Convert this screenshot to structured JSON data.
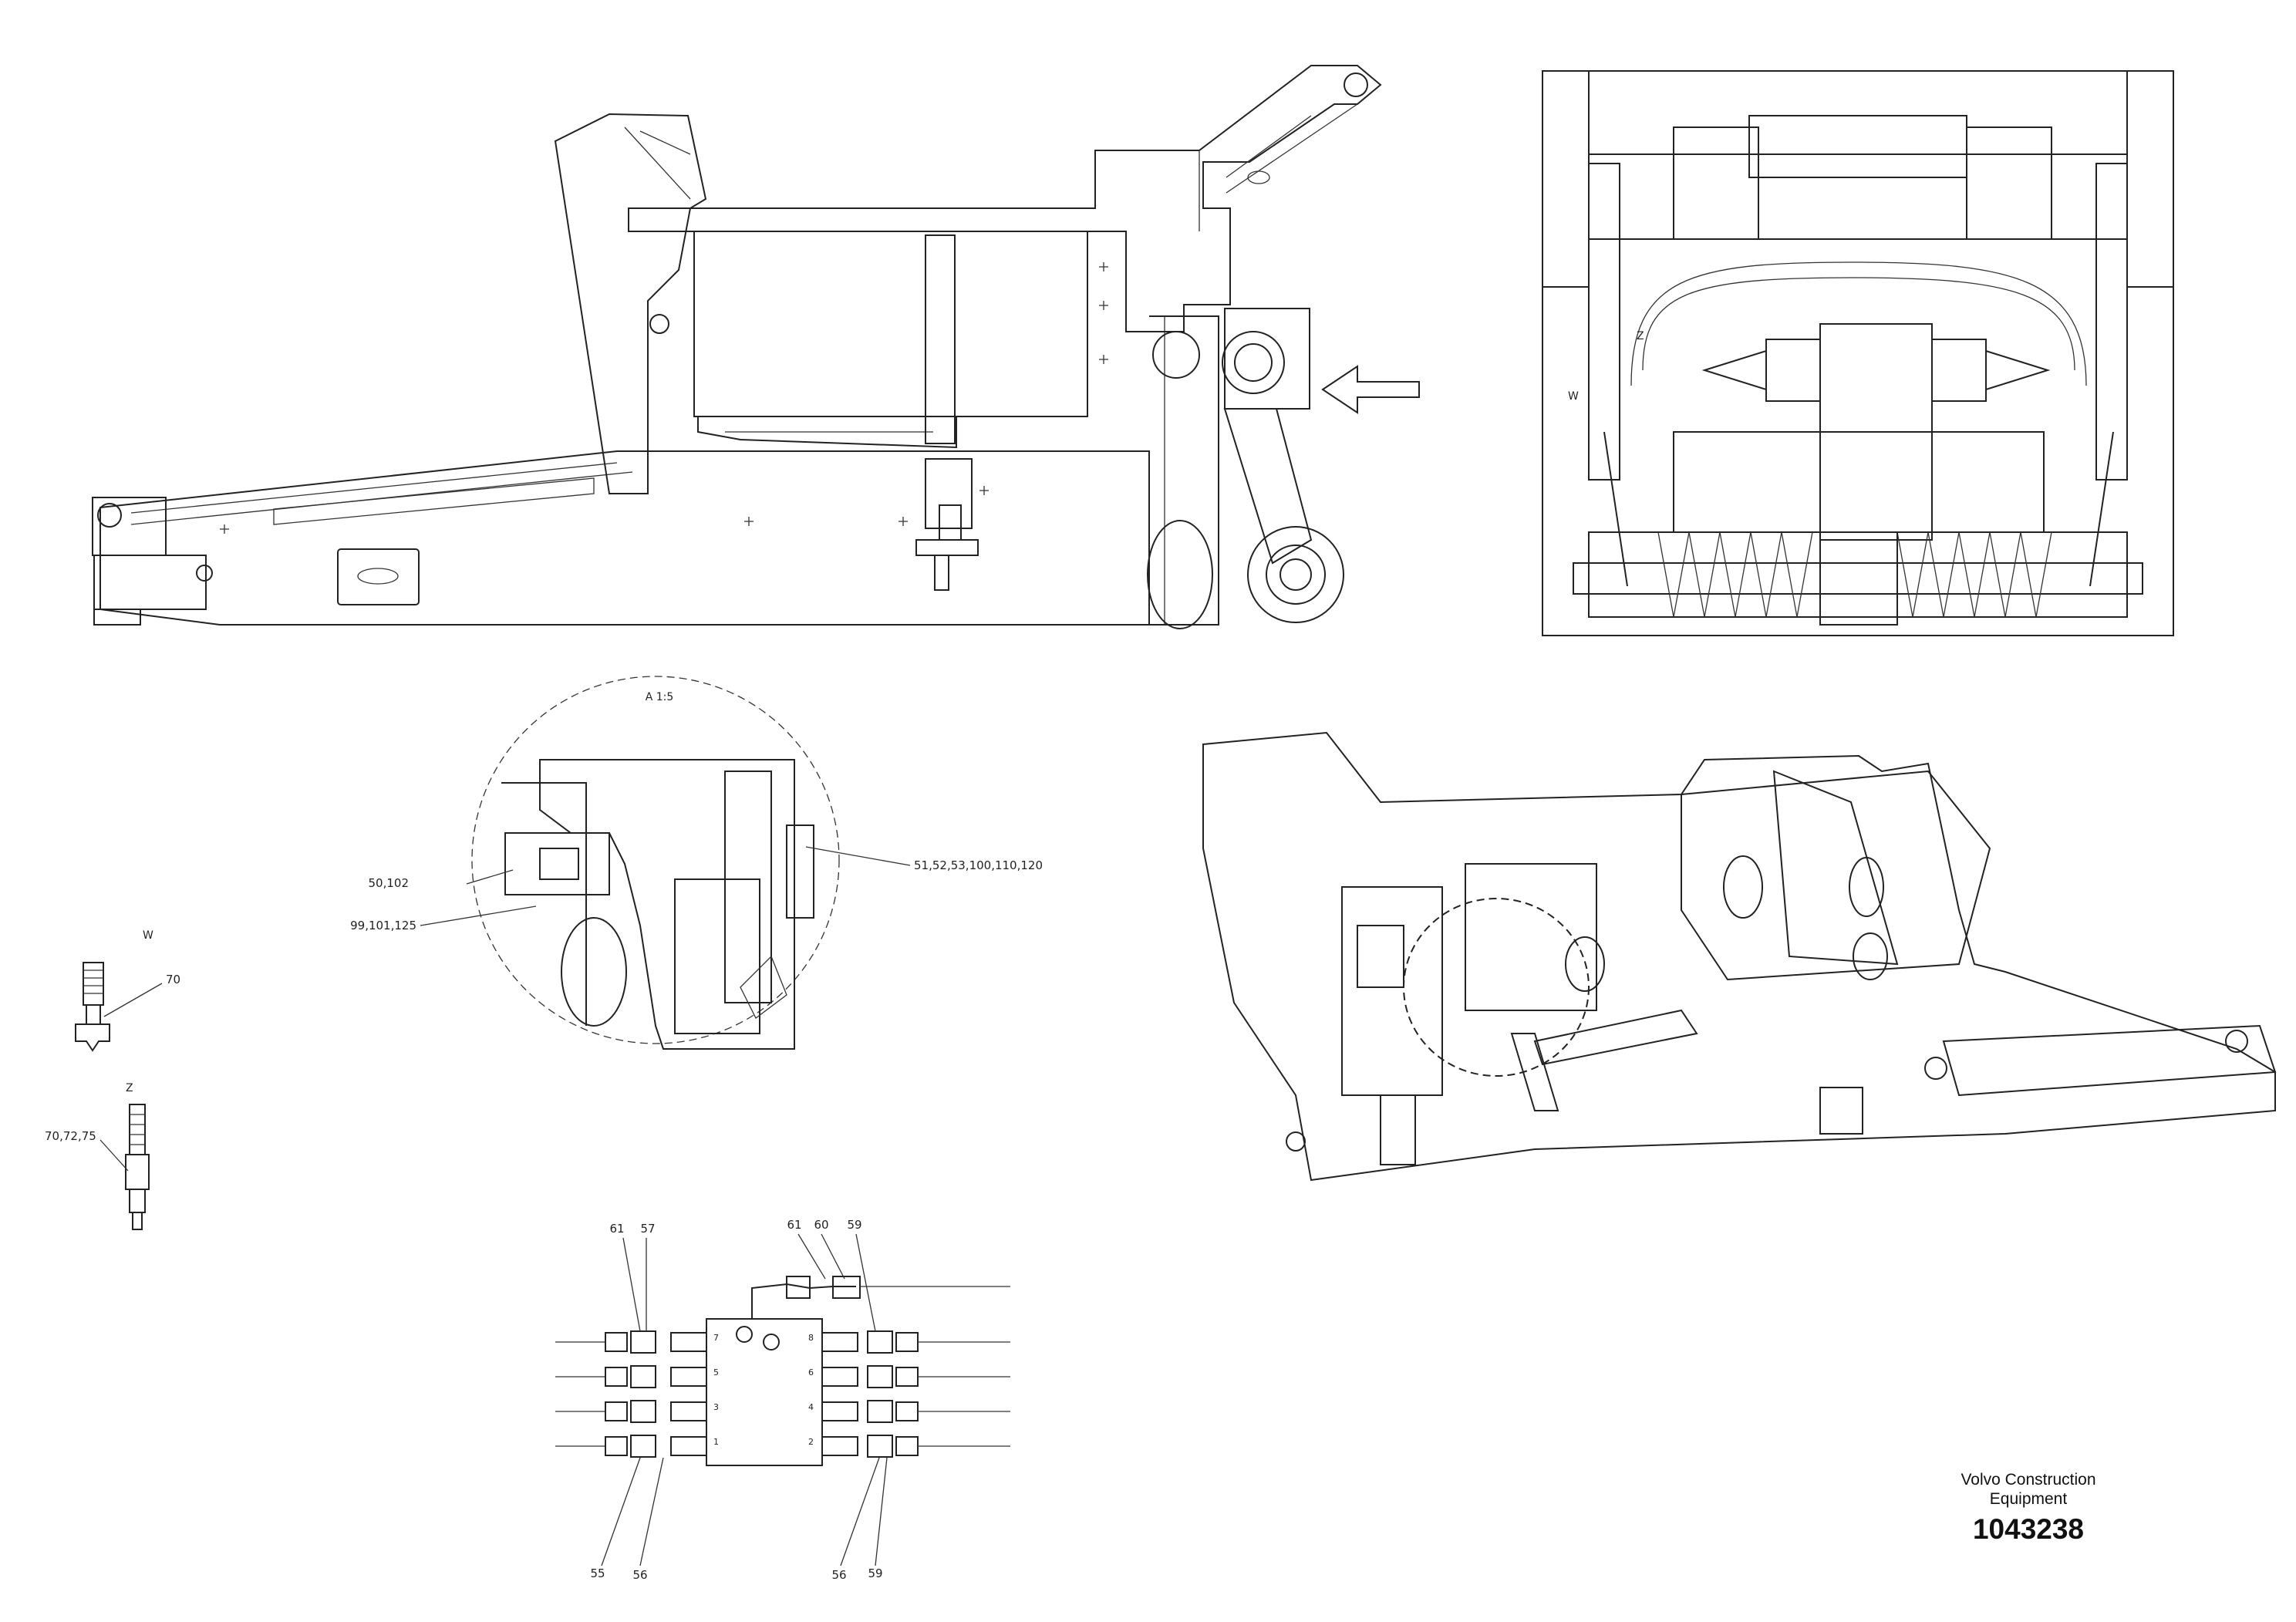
{
  "detail_labels": {
    "detail_a": "A 1:5",
    "w": "W",
    "z": "Z",
    "view_w": "W",
    "view_z": "Z"
  },
  "callouts": {
    "c_50_102": "50,102",
    "c_99_101_125": "99,101,125",
    "c_51_120": "51,52,53,100,110,120",
    "c_70": "70",
    "c_70_72_75": "70,72,75",
    "c_61_left": "61",
    "c_57": "57",
    "c_61_right": "61",
    "c_60": "60",
    "c_59_top": "59",
    "c_55": "55",
    "c_56_left": "56",
    "c_56_right": "56",
    "c_59_bottom": "59"
  },
  "block_port_labels": [
    "7",
    "5",
    "3",
    "1",
    "8",
    "6",
    "4",
    "2"
  ],
  "title_block": {
    "company_line1": "Volvo Construction",
    "company_line2": "Equipment",
    "document_number": "1043238"
  }
}
